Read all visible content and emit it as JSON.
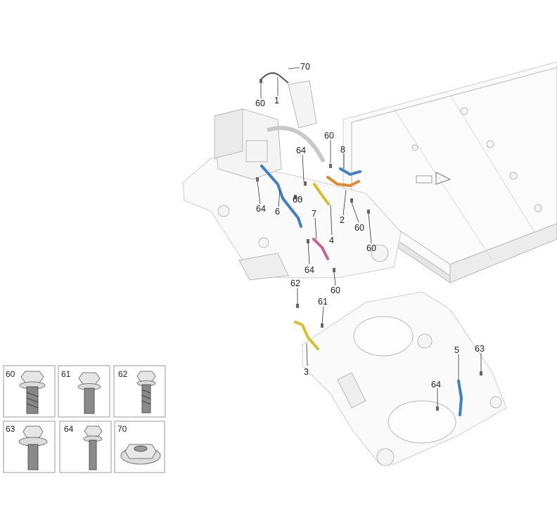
{
  "callouts": {
    "c70": "70",
    "c60_top": "60",
    "c1": "1",
    "c60_mid": "60",
    "c8": "8",
    "c64_top": "64",
    "c60_left": "60",
    "c64_left": "64",
    "c6": "6",
    "c7": "7",
    "c2": "2",
    "c60_right": "60",
    "c4": "4",
    "c60_far": "60",
    "c64_bottom": "64",
    "c60_low": "60",
    "c62": "62",
    "c61": "61",
    "c3": "3",
    "c5": "5",
    "c63": "63",
    "c64_sub": "64"
  },
  "legend": [
    {
      "label": "60",
      "icon": "flange-bolt-icon"
    },
    {
      "label": "61",
      "icon": "flange-bolt-icon"
    },
    {
      "label": "62",
      "icon": "hex-bolt-icon"
    },
    {
      "label": "63",
      "icon": "washer-bolt-icon"
    },
    {
      "label": "64",
      "icon": "small-bolt-icon"
    },
    {
      "label": "70",
      "icon": "flange-nut-icon"
    }
  ],
  "colors": {
    "blue_strap": "#3f7fc9",
    "orange_strap": "#e08a2a",
    "yellow_strap": "#d8c02a",
    "pink_strap": "#c8648e",
    "line": "#333333"
  }
}
